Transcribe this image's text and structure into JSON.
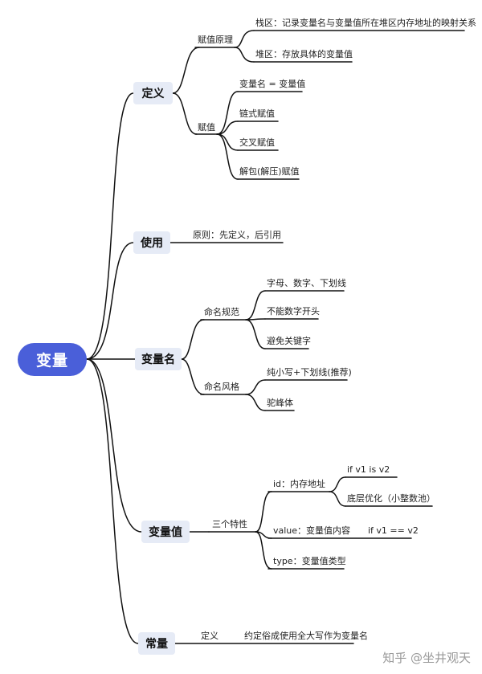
{
  "root": "变量",
  "sections": {
    "definition": {
      "label": "定义",
      "principle": {
        "label": "赋值原理",
        "stack": "栈区：记录变量名与变量值所在堆区内存地址的映射关系",
        "heap": "堆区：存放具体的变量值"
      },
      "assign": {
        "label": "赋值",
        "items": [
          "变量名 = 变量值",
          "链式赋值",
          "交叉赋值",
          "解包(解压)赋值"
        ]
      }
    },
    "usage": {
      "label": "使用",
      "principle": "原则：先定义，后引用"
    },
    "name": {
      "label": "变量名",
      "rules": {
        "label": "命名规范",
        "items": [
          "字母、数字、下划线",
          "不能数字开头",
          "避免关键字"
        ]
      },
      "style": {
        "label": "命名风格",
        "items": [
          "纯小写+下划线(推荐)",
          "驼峰体"
        ]
      }
    },
    "value": {
      "label": "变量值",
      "traits": {
        "label": "三个特性",
        "id": {
          "label": "id：内存地址",
          "items": [
            "if v1 is v2",
            "底层优化（小整数池）"
          ]
        },
        "content": {
          "label": "value：变量值内容",
          "item": "if v1 == v2"
        },
        "type": "type：变量值类型"
      }
    },
    "constant": {
      "label": "常量",
      "def": "定义",
      "desc": "约定俗成使用全大写作为变量名"
    }
  },
  "watermark": "知乎 @坐井观天",
  "colors": {
    "root_fill": "#4a5fd9",
    "node_fill": "#e6ebf6",
    "line": "#111111"
  }
}
